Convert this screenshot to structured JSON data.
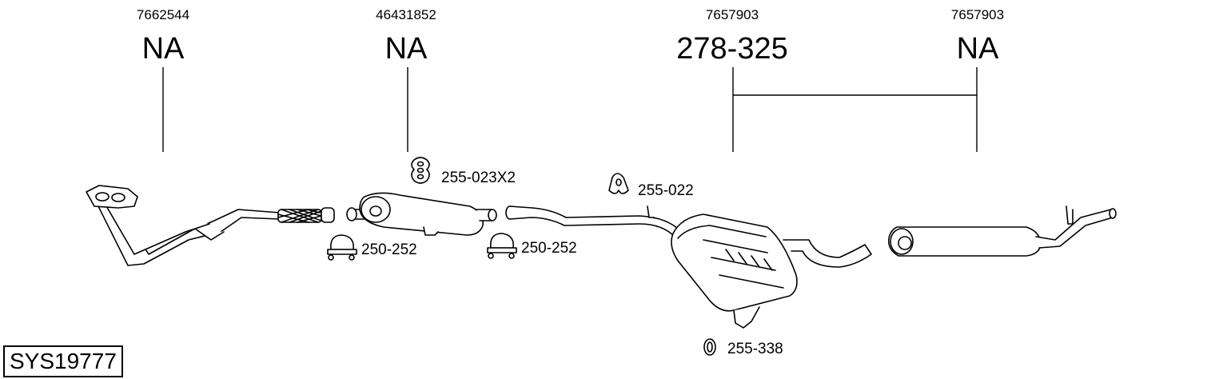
{
  "columns": [
    {
      "part_number": "7662544",
      "code": "NA"
    },
    {
      "part_number": "46431852",
      "code": "NA"
    },
    {
      "part_number": "7657903",
      "code": "278-325"
    },
    {
      "part_number": "7657903",
      "code": "NA"
    }
  ],
  "labels": {
    "rubber_mount_a": "255-023X2",
    "rubber_mount_b": "255-022",
    "clamp_a": "250-252",
    "clamp_b": "250-252",
    "ring": "255-338"
  },
  "system_id": "SYS19777"
}
